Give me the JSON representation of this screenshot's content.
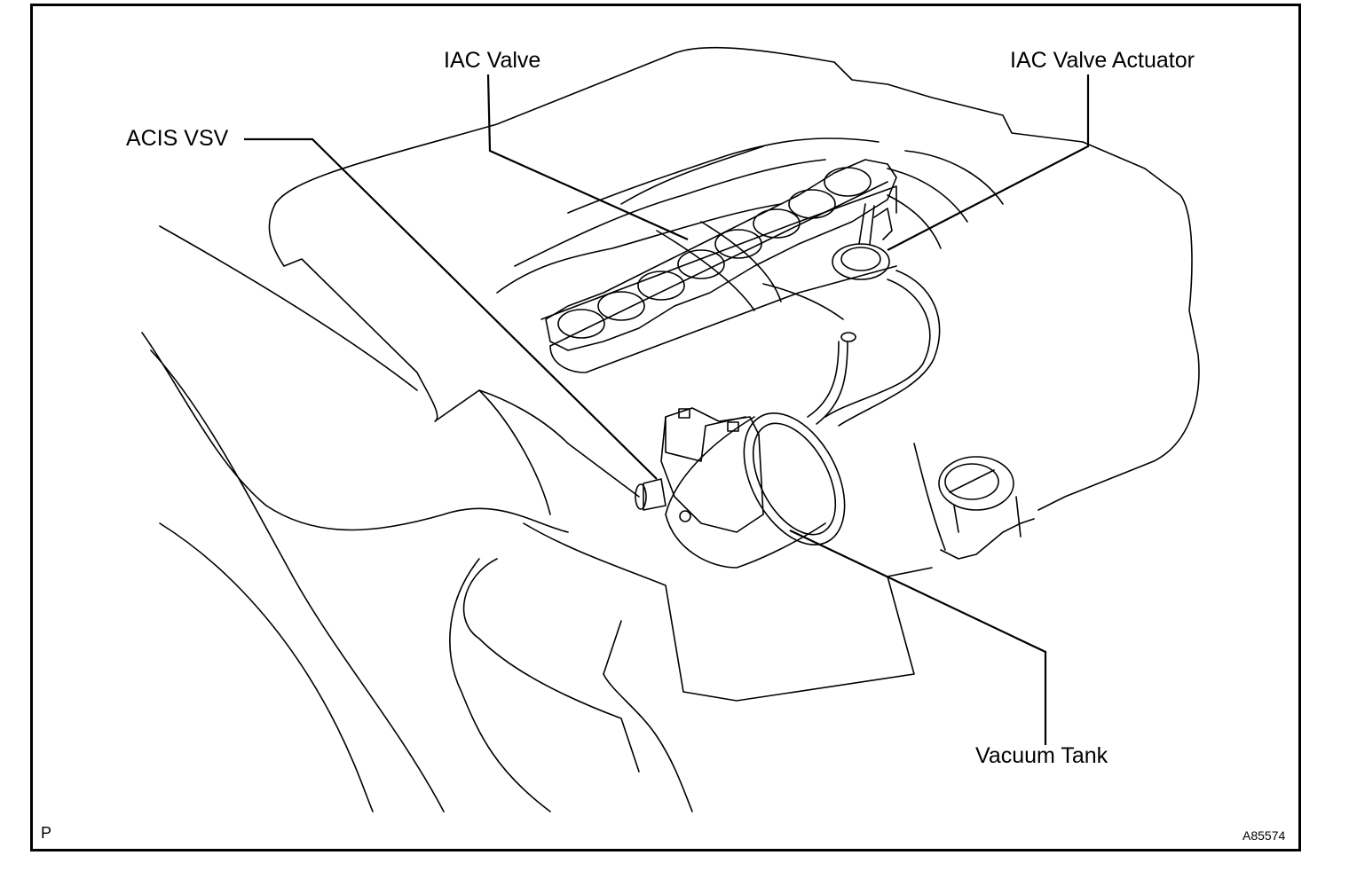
{
  "labels": {
    "iac_valve": "IAC Valve",
    "iac_valve_actuator": "IAC Valve Actuator",
    "acis_vsv": "ACIS VSV",
    "vacuum_tank": "Vacuum Tank"
  },
  "corner_marks": {
    "view_code": "P",
    "figure_number": "A85574"
  },
  "colors": {
    "line": "#000000",
    "background": "#ffffff"
  }
}
